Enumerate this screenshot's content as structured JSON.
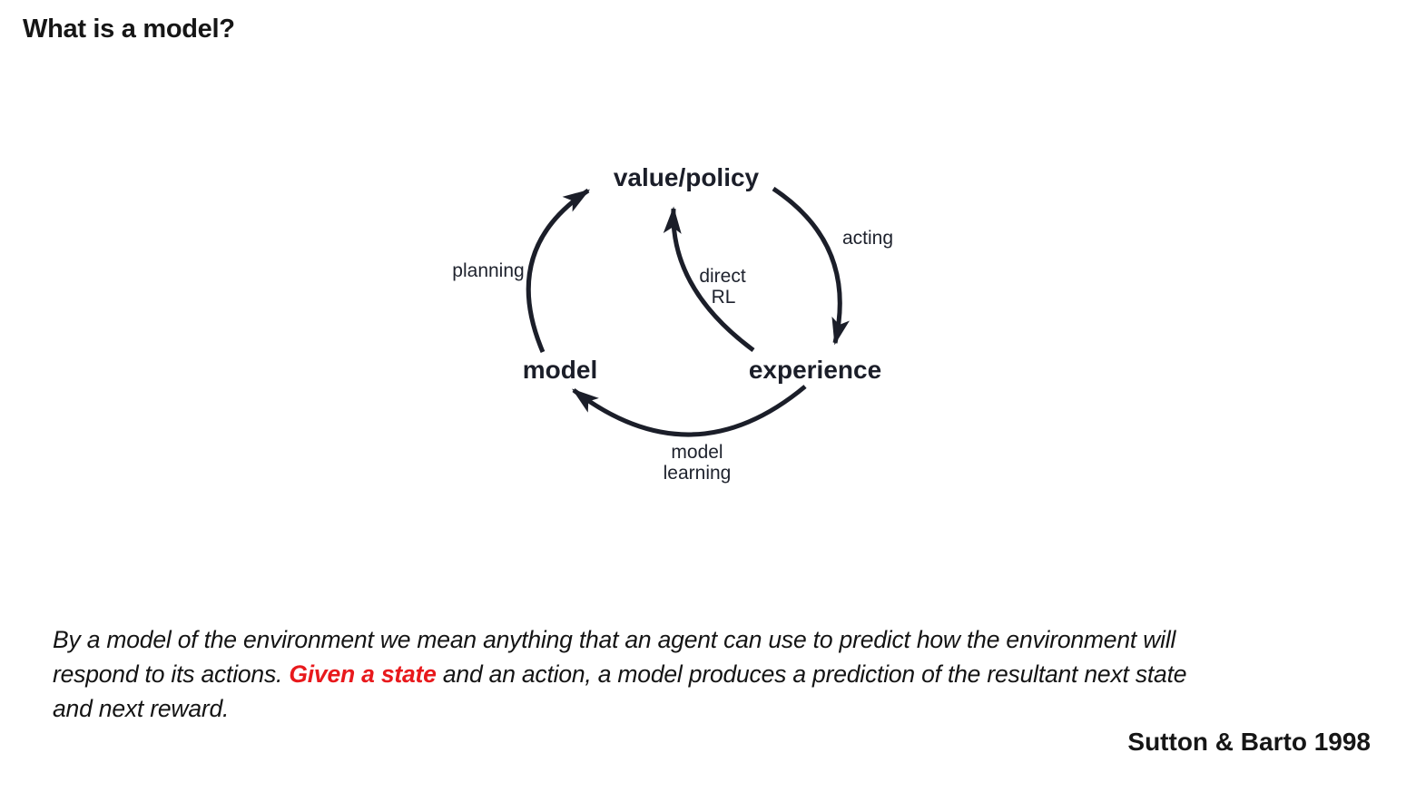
{
  "slide": {
    "title": "What is a model?",
    "background_color": "#ffffff",
    "ink_color": "#1b1e29",
    "highlight_color": "#e8191c"
  },
  "diagram": {
    "type": "cycle-diagram",
    "nodes": [
      {
        "id": "value-policy",
        "label": "value/policy"
      },
      {
        "id": "model",
        "label": "model"
      },
      {
        "id": "experience",
        "label": "experience"
      }
    ],
    "edges": [
      {
        "id": "planning",
        "from": "model",
        "to": "value-policy",
        "label": "planning",
        "label_lines": [
          "planning"
        ]
      },
      {
        "id": "acting",
        "from": "value-policy",
        "to": "experience",
        "label": "acting",
        "label_lines": [
          "acting"
        ]
      },
      {
        "id": "direct-rl",
        "from": "experience",
        "to": "value-policy",
        "label": "direct RL",
        "label_lines": [
          "direct",
          "RL"
        ]
      },
      {
        "id": "model-learning",
        "from": "experience",
        "to": "model",
        "label": "model learning",
        "label_lines": [
          "model",
          "learning"
        ]
      }
    ]
  },
  "quote": {
    "line1": "By a model of the environment we mean anything that an agent can use to predict how the environment will",
    "line2_before": "respond to its actions. ",
    "line2_highlight": "Given a state",
    "line2_after": " and an action, a model produces a prediction of the resultant next state",
    "line3": "and next reward."
  },
  "citation": "Sutton & Barto 1998"
}
